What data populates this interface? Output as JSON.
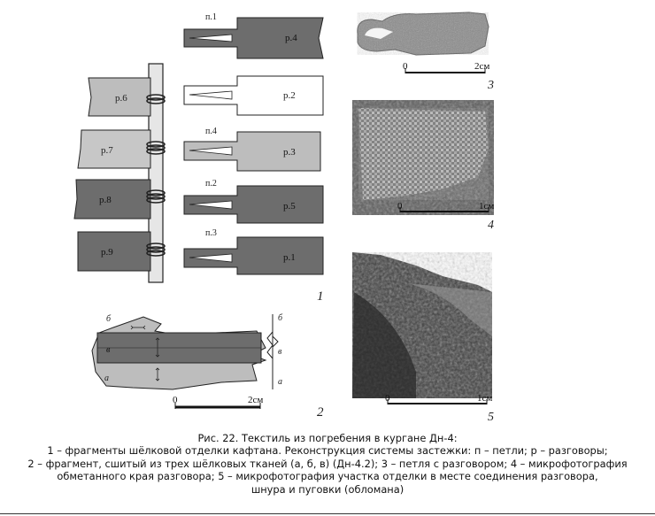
{
  "drawing": {
    "left_strips": [
      {
        "label": "р.6",
        "fill": "#bdbdbd"
      },
      {
        "label": "р.7",
        "fill": "#c7c7c7"
      },
      {
        "label": "р.8",
        "fill": "#6d6d6d"
      },
      {
        "label": "р.9",
        "fill": "#6d6d6d"
      }
    ],
    "right_strips": [
      {
        "loop": "п.1",
        "label": "р.4",
        "fill": "#6d6d6d"
      },
      {
        "loop": "",
        "label": "р.2",
        "fill": "#ffffff"
      },
      {
        "loop": "п.4",
        "label": "р.3",
        "fill": "#bdbdbd"
      },
      {
        "loop": "п.2",
        "label": "р.5",
        "fill": "#6d6d6d"
      },
      {
        "loop": "п.3",
        "label": "р.1",
        "fill": "#6d6d6d"
      }
    ],
    "fragment_letters": [
      "б",
      "в",
      "а"
    ],
    "section_letters": [
      "б",
      "в",
      "а"
    ],
    "scales": {
      "drawing": [
        "0",
        "2см"
      ],
      "photo3": [
        "0",
        "2см"
      ],
      "photo4": [
        "0",
        "1см"
      ],
      "photo5": [
        "0",
        "1см"
      ]
    },
    "numbers": [
      "1",
      "2",
      "3",
      "4",
      "5"
    ]
  },
  "caption": {
    "line1": "Рис. 22. Текстиль из погребения в кургане Дн-4:",
    "line2": "1 – фрагменты шёлковой отделки кафтана. Реконструкция системы застежки: п – петли; р – разговоры;",
    "line3": "2 – фрагмент, сшитый из трех шёлковых тканей (а, б, в) (Дн-4.2); 3 – петля с разговором; 4 – микрофотография",
    "line4": "обметанного края разговора; 5 – микрофотография участка отделки в месте соединения разговора,",
    "line5": "шнура и пуговки (обломана)"
  },
  "colors": {
    "dark": "#6d6d6d",
    "light": "#bdbdbd",
    "line": "#222222"
  }
}
